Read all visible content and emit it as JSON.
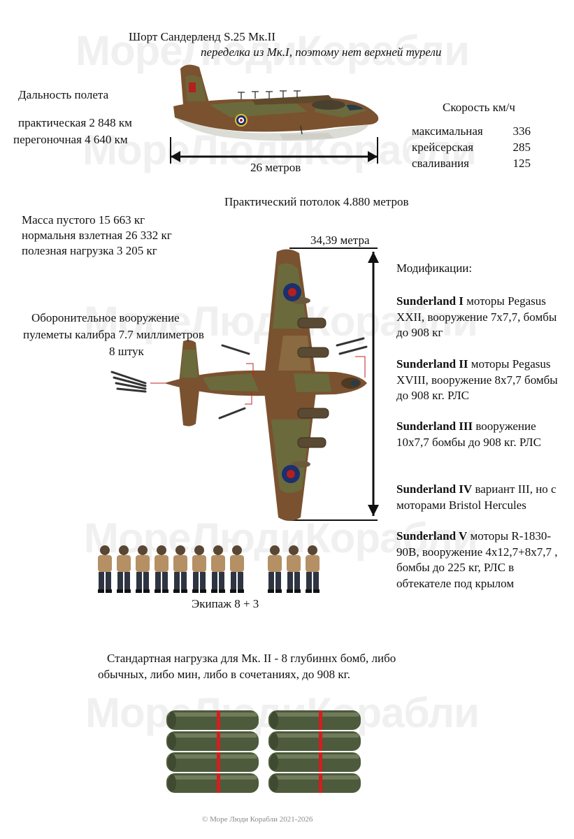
{
  "watermark": "МореЛюдиКорабли",
  "title": "Шорт  Сандерленд S.25 Мк.II",
  "subtitle": "переделка из Mк.I, поэтому нет верхней турели",
  "range": {
    "heading": "Дальность полета",
    "practical": "практическая 2 848 км",
    "ferry": "перегоночная 4 640 км"
  },
  "speed": {
    "heading": "Скорость  км/ч",
    "rows": [
      {
        "label": "максимальная",
        "value": "336"
      },
      {
        "label": "крейсерская",
        "value": "285"
      },
      {
        "label": "сваливания",
        "value": "125"
      }
    ]
  },
  "length_label": "26 метров",
  "ceiling": "Практический потолок 4.880 метров",
  "mass": {
    "empty": "Масса пустого 15 663 кг",
    "takeoff": "нормальня взлетная 26 332 кг",
    "payload": "полезная нагрузка  3 205 кг"
  },
  "wingspan_label": "34,39 метра",
  "armament": {
    "line1": "Оборонительное вооружение",
    "line2": "пулеметы калибра 7.7 миллиметров",
    "line3": "8 штук"
  },
  "modifications": {
    "heading": "Модификации:",
    "items": [
      {
        "name": "Sunderland I",
        "desc": " моторы Pegasus XXII, вооружение 7х7,7, бомбы до 908 кг"
      },
      {
        "name": "Sunderland II",
        "desc": " моторы Pegasus XVIII, вооружение 8х7,7 бомбы до 908 кг. РЛС"
      },
      {
        "name": "Sunderland III",
        "desc": " вооружение 10х7,7 бомбы до 908 кг. РЛС"
      },
      {
        "name": "Sunderland IV",
        "desc": " вариант III, но с моторами Bristol Hercules"
      },
      {
        "name": "Sunderland V",
        "desc": " моторы R-1830-90B, вооружение 4х12,7+8х7,7  , бомбы до 225 кг, РЛС в обтекателе под крылом"
      }
    ]
  },
  "crew_label": "Экипаж 8 + 3",
  "bomb_load": {
    "line1": "Стандартная нагрузка для Мк. II - 8 глубиннх бомб, либо",
    "line2": "обычных, либо мин, либо в сочетаниях, до 908 кг."
  },
  "copyright": "© Море Люди Корабли 2021-2026",
  "colors": {
    "camo_brown": "#7a5230",
    "camo_green": "#6b6a3c",
    "hull_underside": "#dcdcd6",
    "roundel_blue": "#1c2f6e",
    "roundel_red": "#b3201e",
    "roundel_yellow": "#e2c22e",
    "bomb_body": "#4d5a3c",
    "bomb_band": "#d21f1f"
  }
}
